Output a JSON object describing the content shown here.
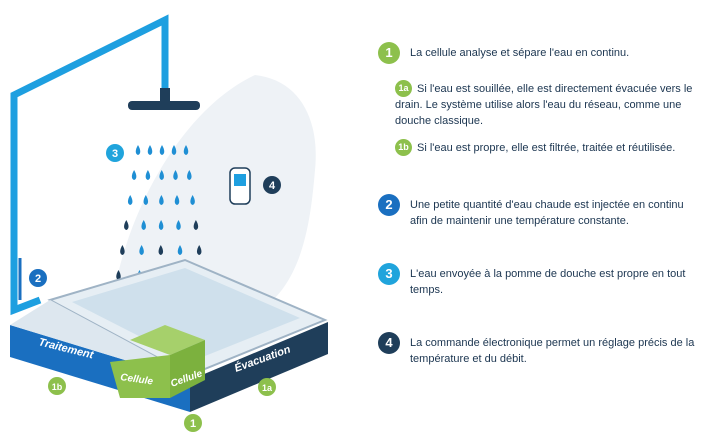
{
  "colors": {
    "green": "#8dc04c",
    "blue": "#1a6fc0",
    "cyan": "#20a4dc",
    "navy": "#1f3e5a",
    "drop": "#1f8fd4",
    "drop_dark": "#1f3e5a",
    "bg_leaf": "#eef2f6"
  },
  "diagram": {
    "base_left_label": "Traitement",
    "base_right_label": "Évacuation",
    "cell_left_label": "Cellule",
    "cell_right_label": "Cellule",
    "marker_3": "3",
    "marker_4": "4",
    "marker_2": "2",
    "marker_1b": "1b",
    "marker_1a": "1a",
    "marker_1": "1"
  },
  "steps": {
    "s1": {
      "num": "1",
      "text": "La cellule analyse et sépare l'eau en continu."
    },
    "s1a": {
      "num": "1a",
      "lines": [
        "Si l'eau est souillée, elle est directement évacuée vers le",
        "drain. Le système utilise alors l'eau du réseau, comme une",
        "douche classique."
      ]
    },
    "s1b": {
      "num": "1b",
      "text": "Si l'eau est propre, elle est filtrée, traitée et réutilisée."
    },
    "s2": {
      "num": "2",
      "lines": [
        "Une petite quantité d'eau chaude est injectée en continu",
        "afin de maintenir une température constante."
      ]
    },
    "s3": {
      "num": "3",
      "lines": [
        "L'eau envoyée à la pomme de douche est propre en tout",
        "temps."
      ]
    },
    "s4": {
      "num": "4",
      "lines": [
        "La commande électronique permet un réglage précis de la",
        "température et du débit."
      ]
    }
  }
}
